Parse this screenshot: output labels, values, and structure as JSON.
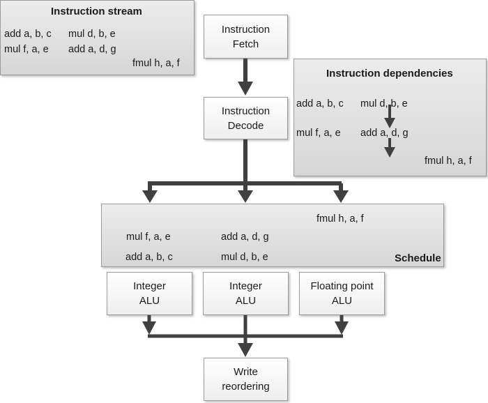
{
  "instruction_stream": {
    "title": "Instruction stream",
    "instructions": [
      "add a, b, c",
      "mul d, b, e",
      "mul f, a, e",
      "add a, d, g",
      "fmul h, a, f"
    ]
  },
  "pipeline": {
    "fetch": [
      "Instruction",
      "Fetch"
    ],
    "decode": [
      "Instruction",
      "Decode"
    ],
    "alu_int_1": [
      "Integer",
      "ALU"
    ],
    "alu_int_2": [
      "Integer",
      "ALU"
    ],
    "alu_fp": [
      "Floating point",
      "ALU"
    ],
    "write": [
      "Write",
      "reordering"
    ]
  },
  "dependencies": {
    "title": "Instruction dependencies",
    "instructions": [
      "add a, b, c",
      "mul d, b, e",
      "mul f, a, e",
      "add a, d, g",
      "fmul h, a, f"
    ]
  },
  "schedule": {
    "title": "Schedule",
    "instructions": [
      "fmul h, a, f",
      "mul f, a, e",
      "add a, d, g",
      "add a, b, c",
      "mul d, b, e"
    ]
  }
}
